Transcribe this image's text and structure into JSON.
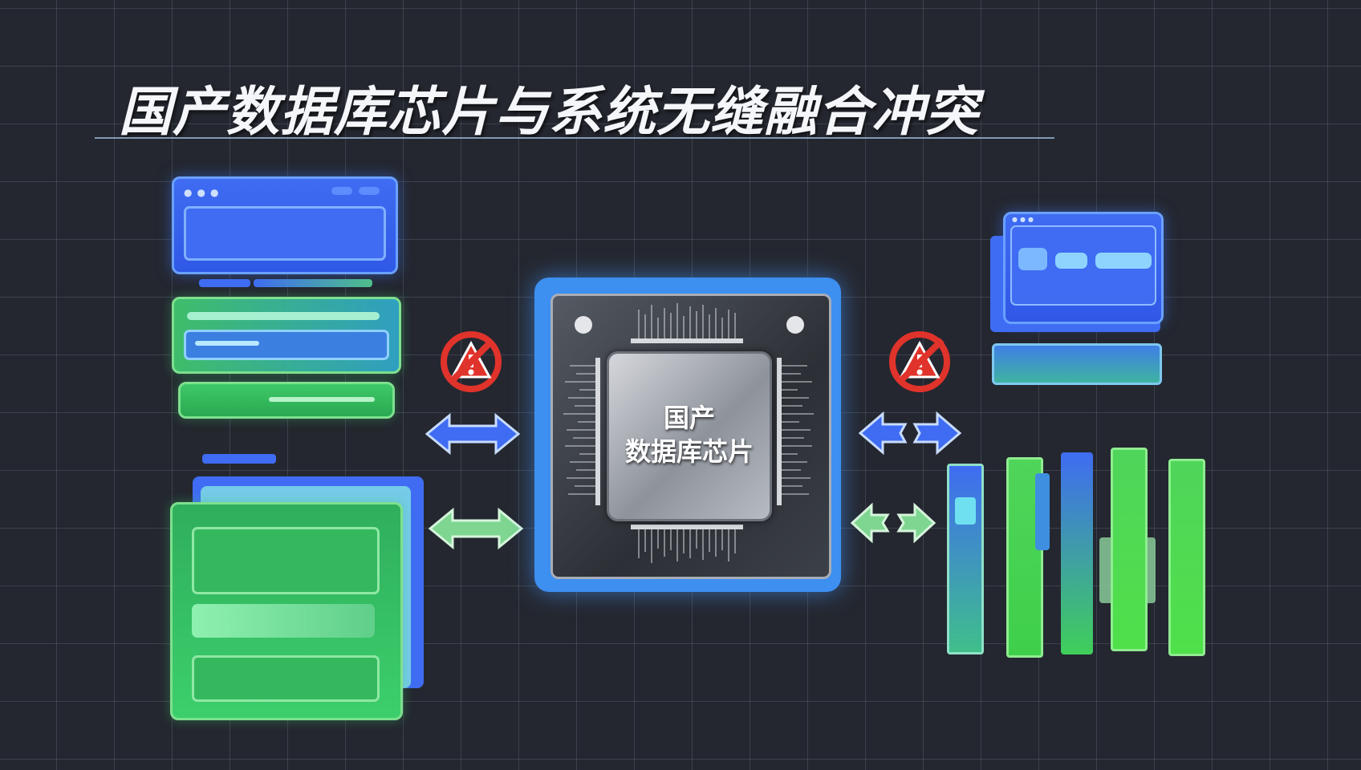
{
  "title": "国产数据库芯片与系统无缝融合冲突",
  "chip": {
    "line1": "国产",
    "line2": "数据库芯片"
  },
  "icons": {
    "warning_left": "warning-blocked-icon",
    "warning_right": "warning-blocked-icon",
    "arrow_left_top": "double-arrow-icon",
    "arrow_left_bottom": "double-arrow-icon",
    "arrow_right_top": "broken-double-arrow-icon",
    "arrow_right_bottom": "broken-double-arrow-icon"
  },
  "colors": {
    "background": "#24272f",
    "blue": "#3f6cf2",
    "green": "#3fc96a",
    "chip_frame": "#3d8ff0",
    "warning": "#e0332b"
  }
}
